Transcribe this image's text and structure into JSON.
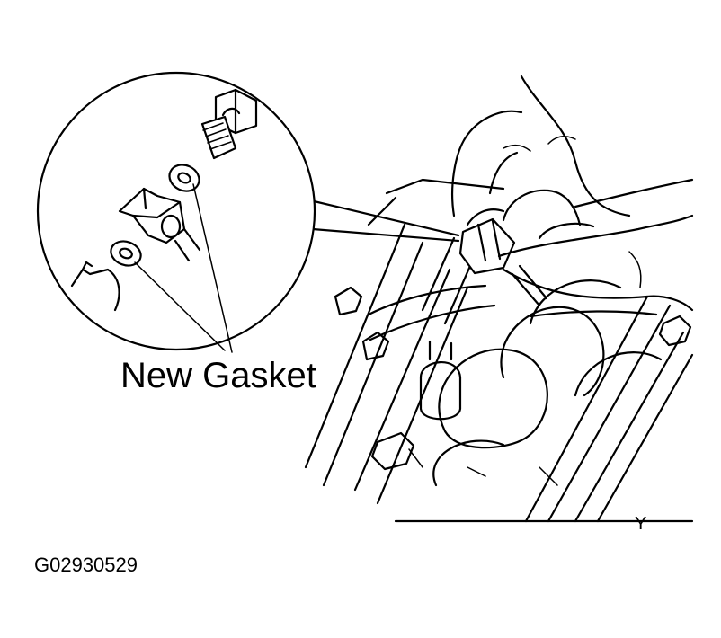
{
  "labels": {
    "callout": "New Gasket",
    "figure_id": "G02930529",
    "corner_mark": "Y"
  },
  "icons": [
    "magnifier-inset",
    "union-bolt",
    "gasket-washer",
    "union-fitting",
    "pliers",
    "hand",
    "engine-head"
  ],
  "colors": {
    "ink": "#000000",
    "paper": "#ffffff"
  }
}
